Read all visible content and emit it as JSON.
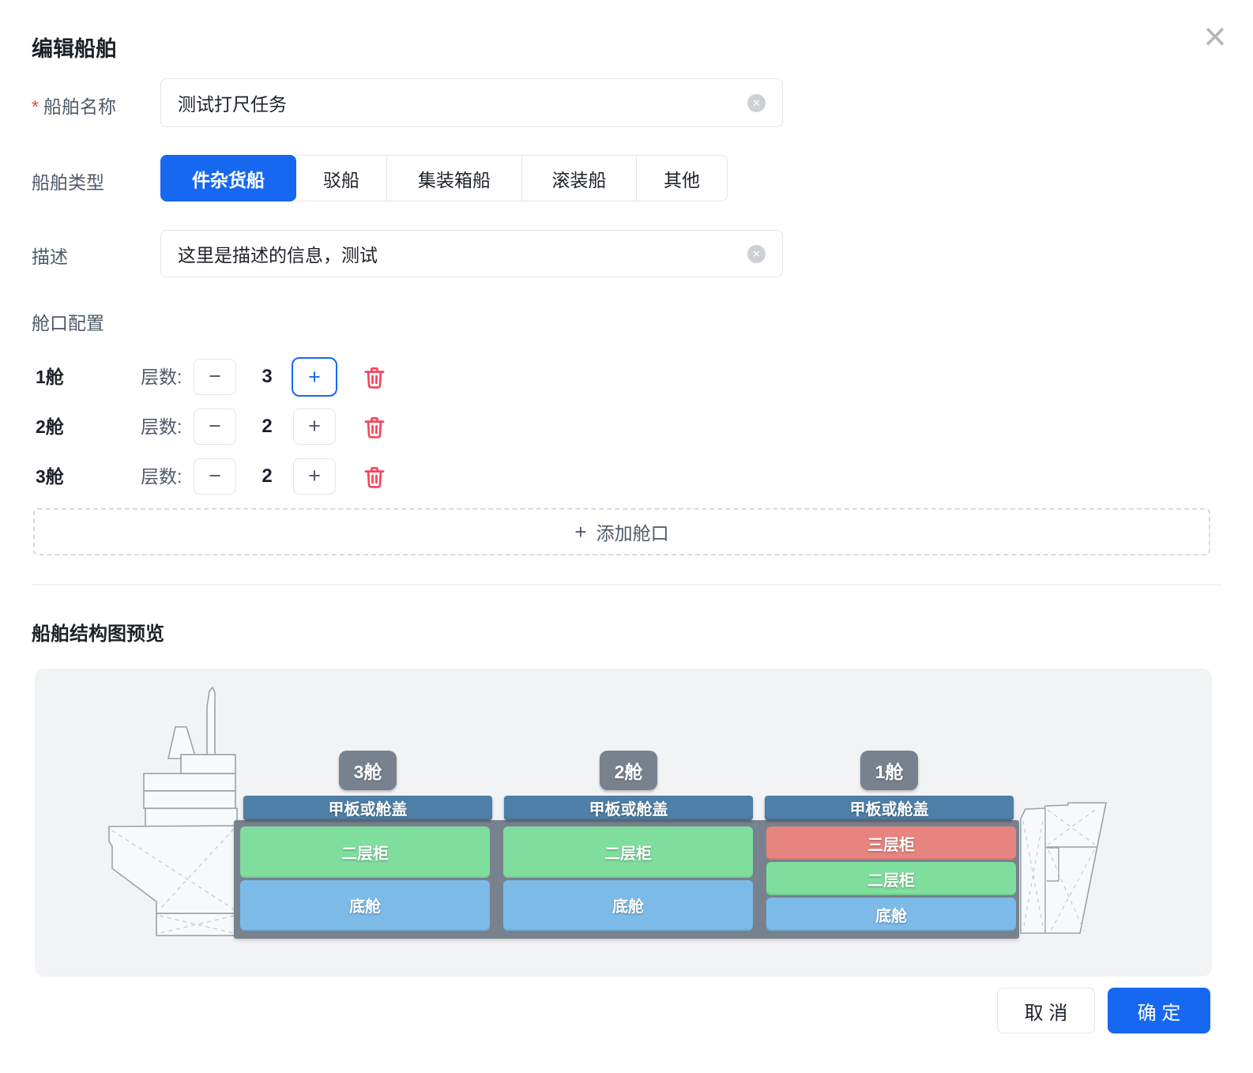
{
  "dialog": {
    "title": "编辑船舶",
    "close_icon": "×"
  },
  "form": {
    "name": {
      "required_mark": "*",
      "label": "船舶名称",
      "value": "测试打尺任务",
      "clear_icon": "✕"
    },
    "type": {
      "label": "船舶类型",
      "selected": "件杂货船",
      "options": [
        {
          "label": "件杂货船"
        },
        {
          "label": "驳船"
        },
        {
          "label": "集装箱船"
        },
        {
          "label": "滚装船"
        },
        {
          "label": "其他"
        }
      ]
    },
    "desc": {
      "label": "描述",
      "value": "这里是描述的信息，测试",
      "clear_icon": "✕"
    },
    "hatch": {
      "section_title": "舱口配置",
      "layers_label": "层数:",
      "minus_label": "−",
      "plus_label": "+",
      "rows": [
        {
          "name": "1舱",
          "count": "3"
        },
        {
          "name": "2舱",
          "count": "2"
        },
        {
          "name": "3舱",
          "count": "2"
        }
      ],
      "add_button": {
        "plus": "+",
        "label": "添加舱口"
      }
    }
  },
  "preview": {
    "section_title": "船舶结构图预览",
    "deck_label": "甲板或舱盖",
    "hatches": [
      {
        "badge": "3舱",
        "layers": [
          {
            "label": "二层柜",
            "type": "green"
          },
          {
            "label": "底舱",
            "type": "blue"
          }
        ]
      },
      {
        "badge": "2舱",
        "layers": [
          {
            "label": "二层柜",
            "type": "green"
          },
          {
            "label": "底舱",
            "type": "blue"
          }
        ]
      },
      {
        "badge": "1舱",
        "layers": [
          {
            "label": "三层柜",
            "type": "red"
          },
          {
            "label": "二层柜",
            "type": "green"
          },
          {
            "label": "底舱",
            "type": "blue"
          }
        ]
      }
    ]
  },
  "footer": {
    "cancel_label": "取 消",
    "ok_label": "确 定"
  },
  "colors": {
    "primary": "#1668F1",
    "danger": "#F5455C",
    "deck_bar": "#4D7FA7",
    "hold_frame": "#78828F",
    "badge": "#78828F",
    "layer_green": "#7FDD9D",
    "layer_blue": "#7CBBE8",
    "layer_red": "#E8847F",
    "diagram_bg": "#F2F3F5"
  }
}
